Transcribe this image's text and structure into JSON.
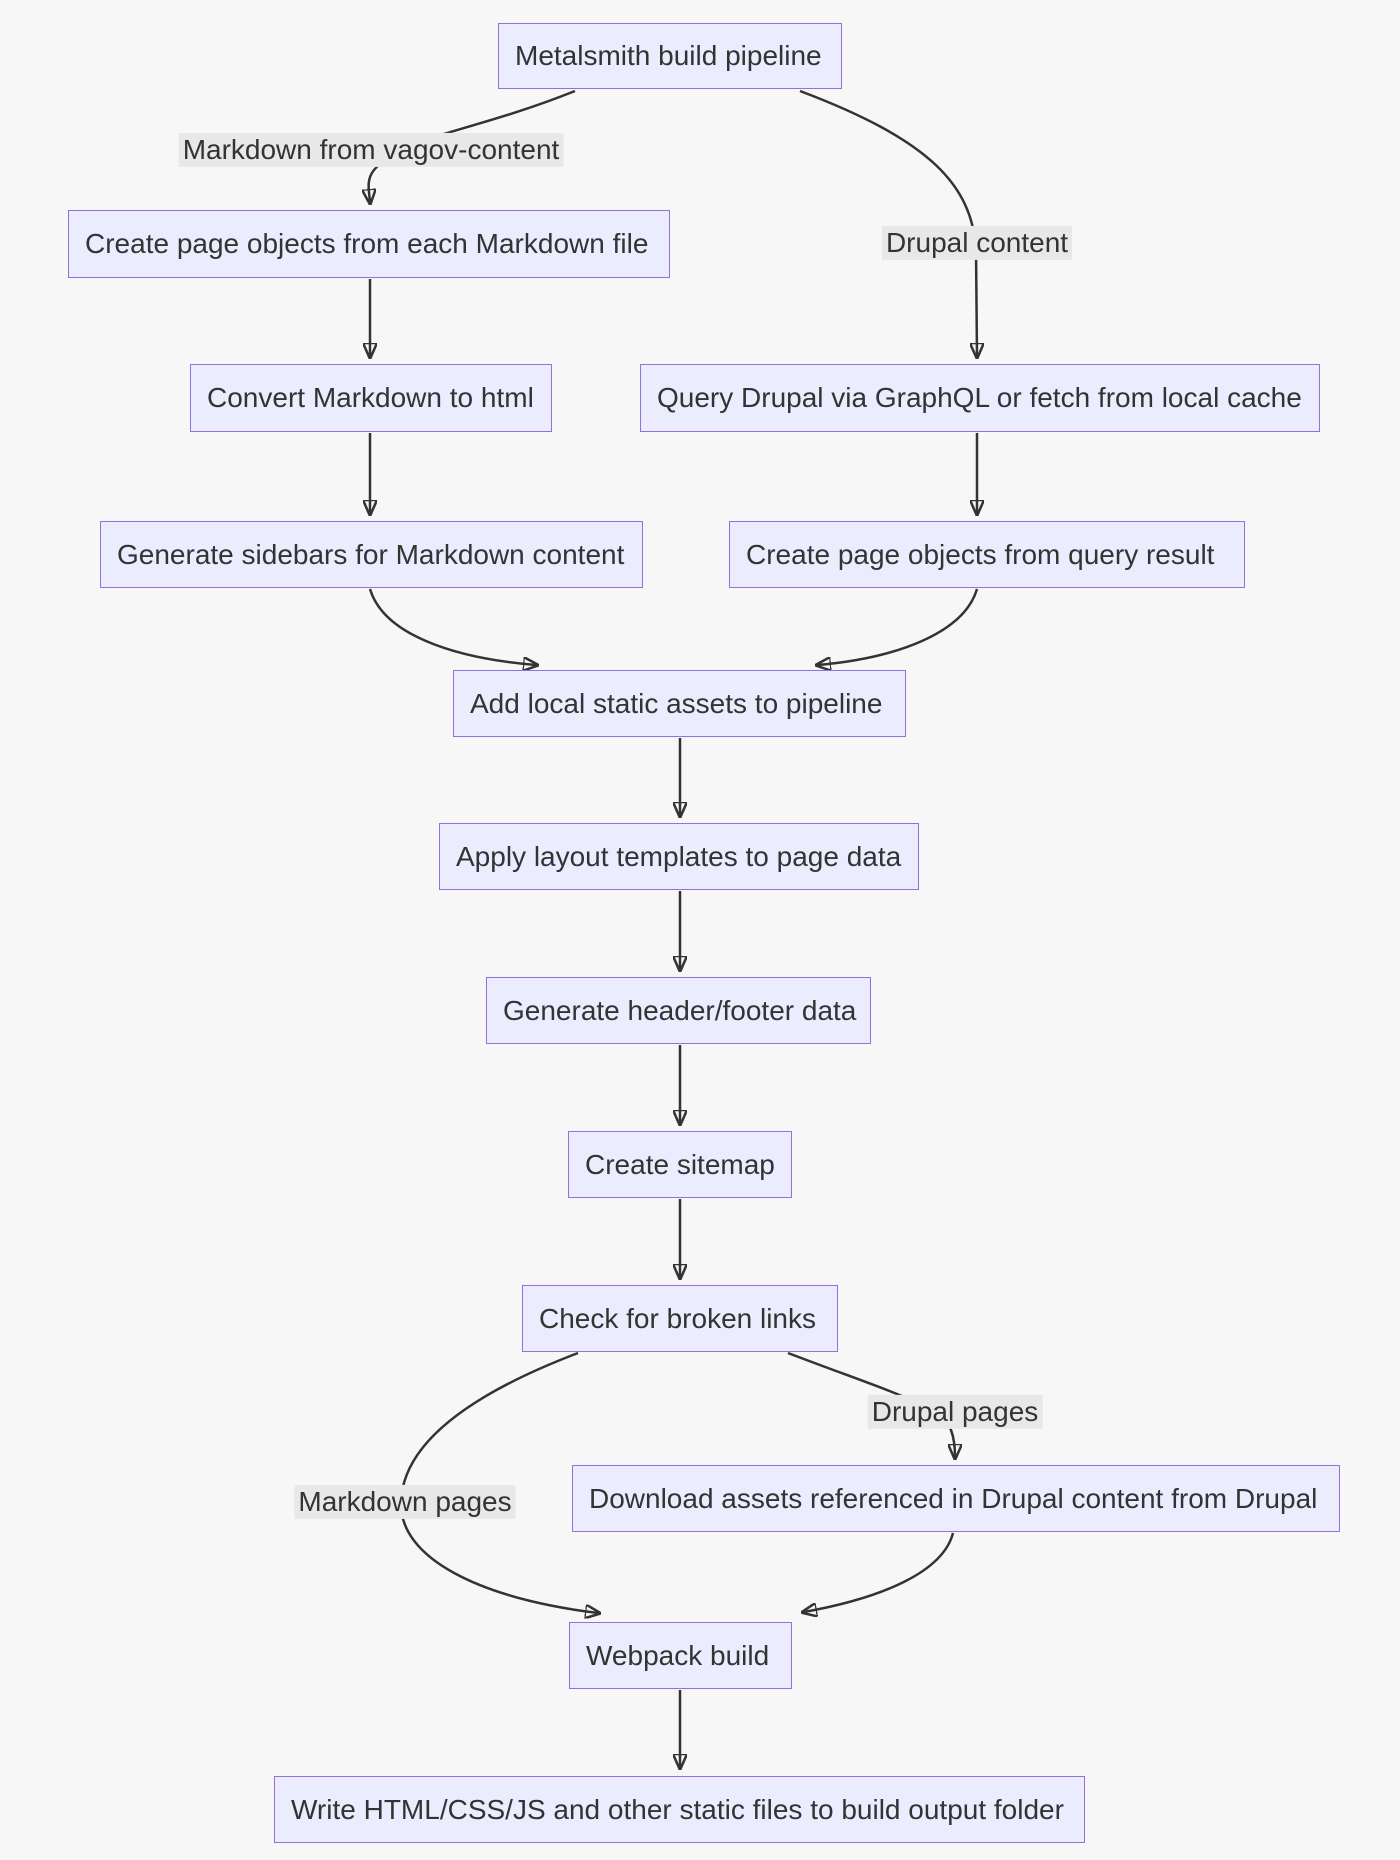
{
  "diagram": {
    "type": "flowchart",
    "direction": "top-down",
    "nodes": [
      {
        "id": "metalsmith",
        "label": "Metalsmith build pipeline"
      },
      {
        "id": "create-md-pages",
        "label": "Create page objects from each Markdown file"
      },
      {
        "id": "convert-md",
        "label": "Convert Markdown to html"
      },
      {
        "id": "query-drupal",
        "label": "Query Drupal via GraphQL or fetch from local cache"
      },
      {
        "id": "gen-sidebars",
        "label": "Generate sidebars for Markdown content"
      },
      {
        "id": "create-query-pages",
        "label": "Create page objects from query result"
      },
      {
        "id": "add-static-assets",
        "label": "Add local static assets to pipeline"
      },
      {
        "id": "apply-layouts",
        "label": "Apply layout templates to page data"
      },
      {
        "id": "gen-header-footer",
        "label": "Generate header/footer data"
      },
      {
        "id": "create-sitemap",
        "label": "Create sitemap"
      },
      {
        "id": "check-broken-links",
        "label": "Check for broken links"
      },
      {
        "id": "download-assets",
        "label": "Download assets referenced in Drupal content from Drupal"
      },
      {
        "id": "webpack-build",
        "label": "Webpack build"
      },
      {
        "id": "write-output",
        "label": "Write HTML/CSS/JS and other static files to build output folder"
      }
    ],
    "edges": [
      {
        "from": "metalsmith",
        "to": "create-md-pages",
        "label": "Markdown from vagov-content"
      },
      {
        "from": "metalsmith",
        "to": "query-drupal",
        "label": "Drupal content"
      },
      {
        "from": "create-md-pages",
        "to": "convert-md"
      },
      {
        "from": "convert-md",
        "to": "gen-sidebars"
      },
      {
        "from": "query-drupal",
        "to": "create-query-pages"
      },
      {
        "from": "gen-sidebars",
        "to": "add-static-assets"
      },
      {
        "from": "create-query-pages",
        "to": "add-static-assets"
      },
      {
        "from": "add-static-assets",
        "to": "apply-layouts"
      },
      {
        "from": "apply-layouts",
        "to": "gen-header-footer"
      },
      {
        "from": "gen-header-footer",
        "to": "create-sitemap"
      },
      {
        "from": "create-sitemap",
        "to": "check-broken-links"
      },
      {
        "from": "check-broken-links",
        "to": "download-assets",
        "label": "Drupal pages"
      },
      {
        "from": "check-broken-links",
        "to": "webpack-build",
        "label": "Markdown pages"
      },
      {
        "from": "download-assets",
        "to": "webpack-build"
      },
      {
        "from": "webpack-build",
        "to": "write-output"
      }
    ]
  },
  "colors": {
    "background": "#f7f7f8",
    "node_fill": "#ececff",
    "node_border": "#9370db",
    "edge_line": "#333333",
    "edge_label_background": "#e8e8e8",
    "text": "#333333"
  }
}
